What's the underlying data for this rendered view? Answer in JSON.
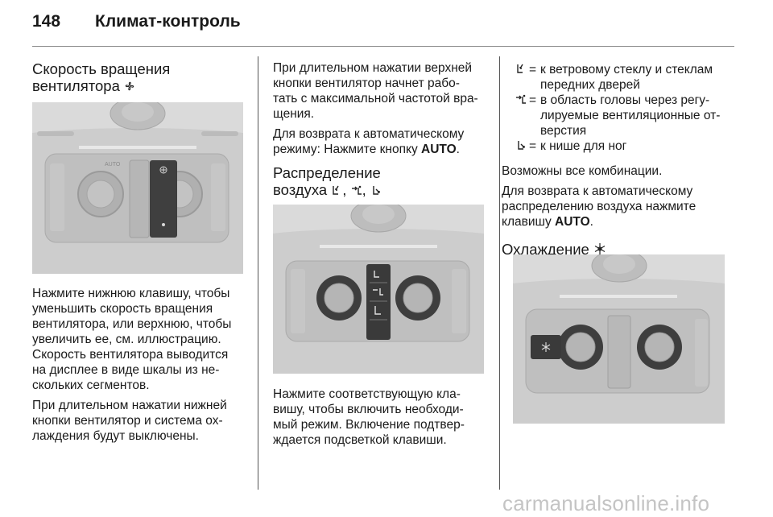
{
  "header": {
    "page_number": "148",
    "title": "Климат-контроль"
  },
  "col1": {
    "heading_line1": "Скорость вращения",
    "heading_line2": "вентилятора",
    "heading_icon": "fan-icon",
    "para1": [
      "Нажмите нижнюю клавишу, чтобы",
      "уменьшить скорость вращения",
      "вентилятора, или верхнюю, чтобы",
      "увеличить ее, см. иллюстрацию.",
      "Скорость вентилятора выводится",
      "на дисплее в виде шкалы из не-",
      "скольких сегментов."
    ],
    "para2": [
      "При длительном нажатии нижней",
      "кнопки вентилятор и система ох-",
      "лаждения будут выключены."
    ],
    "figure_label": "AUTO"
  },
  "col2": {
    "para1": [
      "При длительном нажатии верхней",
      "кнопки вентилятор начнет рабо-",
      "тать с максимальной частотой вра-",
      "щения."
    ],
    "para2_line1": "Для возврата к автоматическому",
    "para2_line2_prefix": "режиму: Нажмите кнопку ",
    "para2_auto": "AUTO",
    "para2_suffix": ".",
    "heading_line1": "Распределение",
    "heading_line2": "воздуха",
    "heading_sep": ",",
    "heading_icons": [
      "windscreen-airflow-icon",
      "head-airflow-icon",
      "foot-airflow-icon"
    ],
    "para3": [
      "Нажмите соответствующую кла-",
      "вишу, чтобы включить необходи-",
      "мый режим. Включение подтвер-",
      "ждается подсветкой клавиши."
    ]
  },
  "col3": {
    "legend": [
      {
        "icon": "windscreen-airflow-icon",
        "eq": "=",
        "text": "к ветровому стеклу и стеклам передних дверей"
      },
      {
        "icon": "head-airflow-icon",
        "eq": "=",
        "text": "в область головы через регу-лируемые вентиляционные от-верстия"
      },
      {
        "icon": "foot-airflow-icon",
        "eq": "=",
        "text": "к нише для ног"
      }
    ],
    "para1": "Возможны все комбинации.",
    "para2_line1": "Для возврата к автоматическому",
    "para2_line2": "распределению воздуха нажмите",
    "para2_line3_prefix": "клавишу ",
    "para2_auto": "AUTO",
    "para2_suffix": ".",
    "heading": "Охлаждение",
    "heading_icon": "snowflake-icon"
  },
  "watermark": "carmanualsonline.info"
}
